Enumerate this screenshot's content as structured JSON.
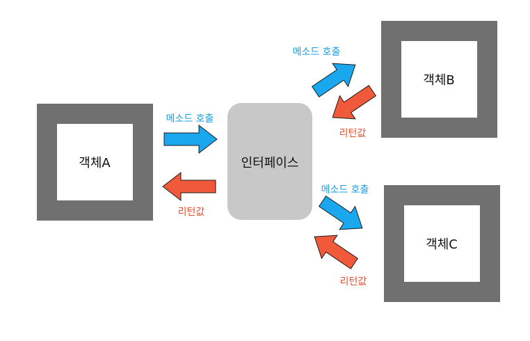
{
  "colors": {
    "frame": "#707070",
    "interface_fill": "#c8c8c8",
    "call_arrow": "#1aa7ee",
    "return_arrow": "#f05a3a",
    "call_text": "#1a9ee0",
    "return_text": "#e8502e"
  },
  "objects": {
    "a": "객체A",
    "b": "객체B",
    "c": "객체C"
  },
  "interface": {
    "label": "인터페이스"
  },
  "labels": {
    "call_a": "메소드 호출",
    "return_a": "리턴값",
    "call_b": "메소드 호출",
    "return_b": "리턴값",
    "call_c": "메소드 호출",
    "return_c": "리턴값"
  }
}
